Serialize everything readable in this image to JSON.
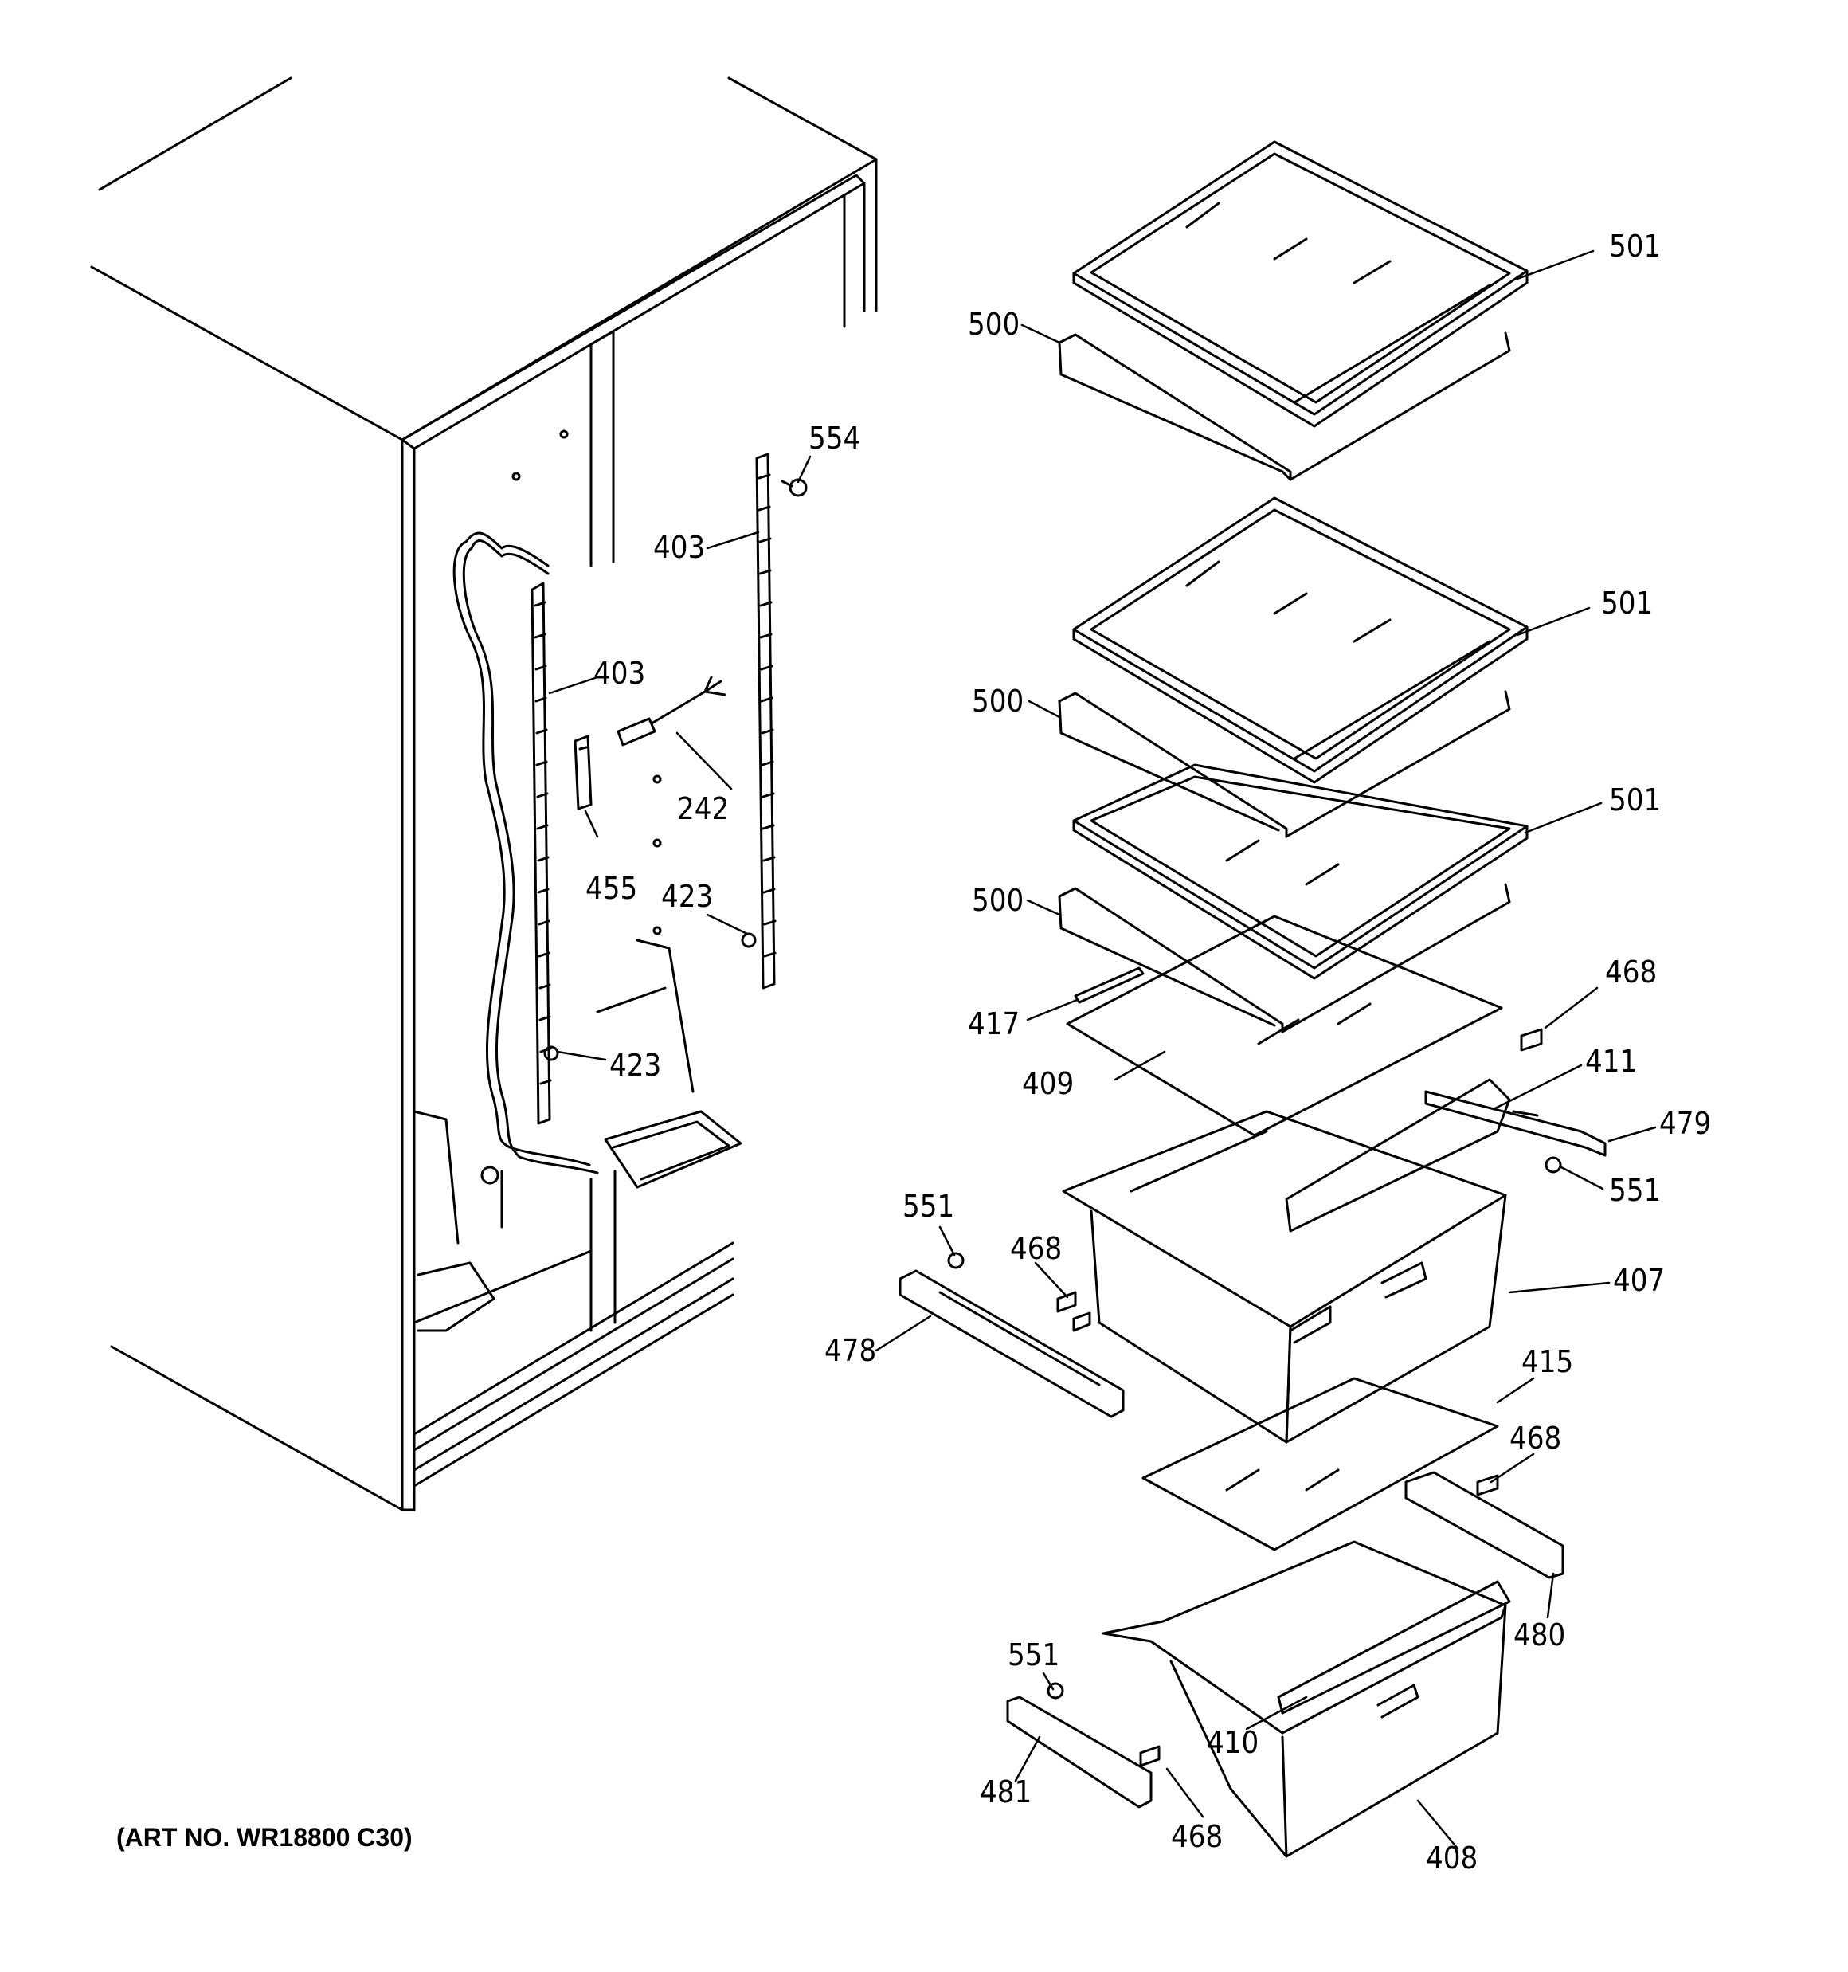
{
  "art_number": "(ART NO. WR18800 C30)",
  "callouts": [
    "501",
    "500",
    "554",
    "403",
    "403",
    "242",
    "455",
    "423",
    "423",
    "501",
    "500",
    "501",
    "500",
    "468",
    "417",
    "409",
    "411",
    "479",
    "551",
    "551",
    "468",
    "407",
    "478",
    "415",
    "468",
    "480",
    "551",
    "410",
    "481",
    "468",
    "408"
  ],
  "colors": {
    "ink": "#000000",
    "paper": "#ffffff"
  }
}
